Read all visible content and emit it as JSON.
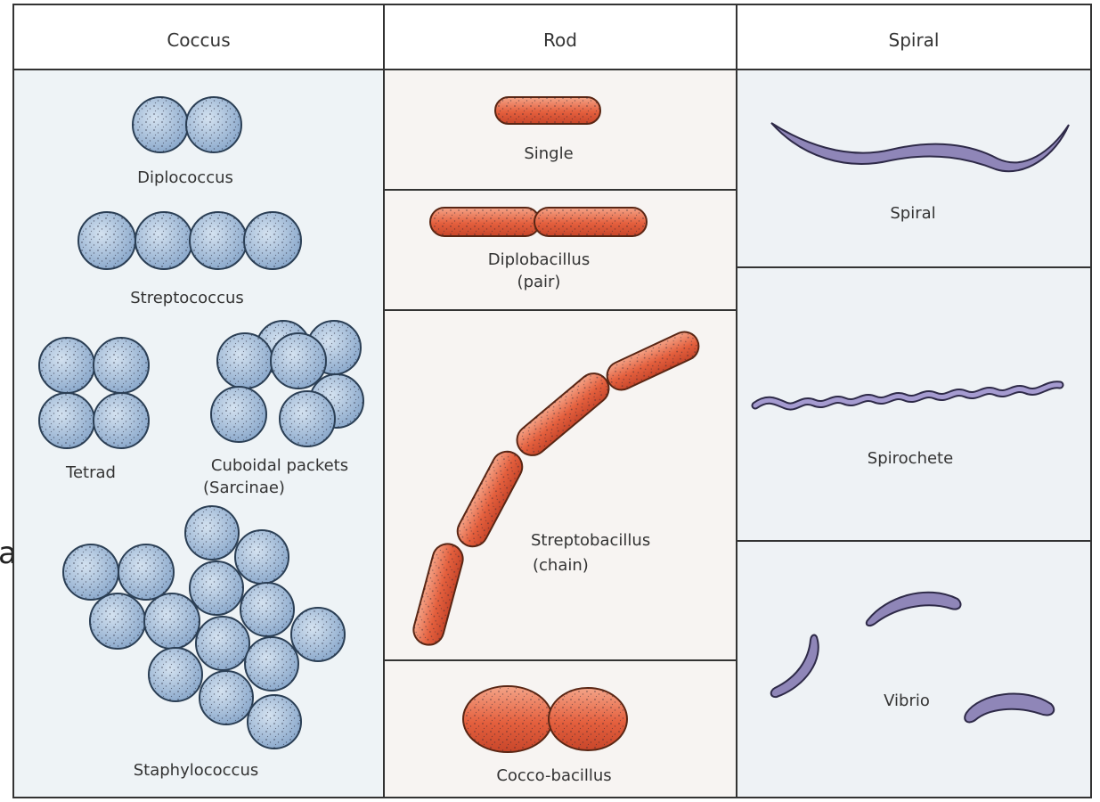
{
  "stray_glyph": "a",
  "colors": {
    "panel": "#eef3f6",
    "header_bg": "#ffffff",
    "line": "#333333",
    "coccus_fill": "#9ab6d6",
    "coccus_stroke": "#2b3f55",
    "rod_fill": "#e66a4a",
    "rod_stroke": "#5a2614",
    "spiral_fill": "#8f86b8",
    "spiral_stroke": "#2e2a48"
  },
  "headers": {
    "coccus": "Coccus",
    "rod": "Rod",
    "spiral": "Spiral"
  },
  "coccus": {
    "diplococcus": "Diplococcus",
    "streptococcus": "Streptococcus",
    "tetrad": "Tetrad",
    "cuboidal_line1": "Cuboidal packets",
    "cuboidal_line2": "(Sarcinae)",
    "staphylococcus": "Staphylococcus"
  },
  "rod": {
    "single": "Single",
    "diplobacillus_line1": "Diplobacillus",
    "diplobacillus_line2": "(pair)",
    "streptobacillus_line1": "Streptobacillus",
    "streptobacillus_line2": "(chain)",
    "coccobacillus": "Cocco-bacillus"
  },
  "spiral": {
    "spiral": "Spiral",
    "spirochete": "Spirochete",
    "vibrio": "Vibrio"
  }
}
